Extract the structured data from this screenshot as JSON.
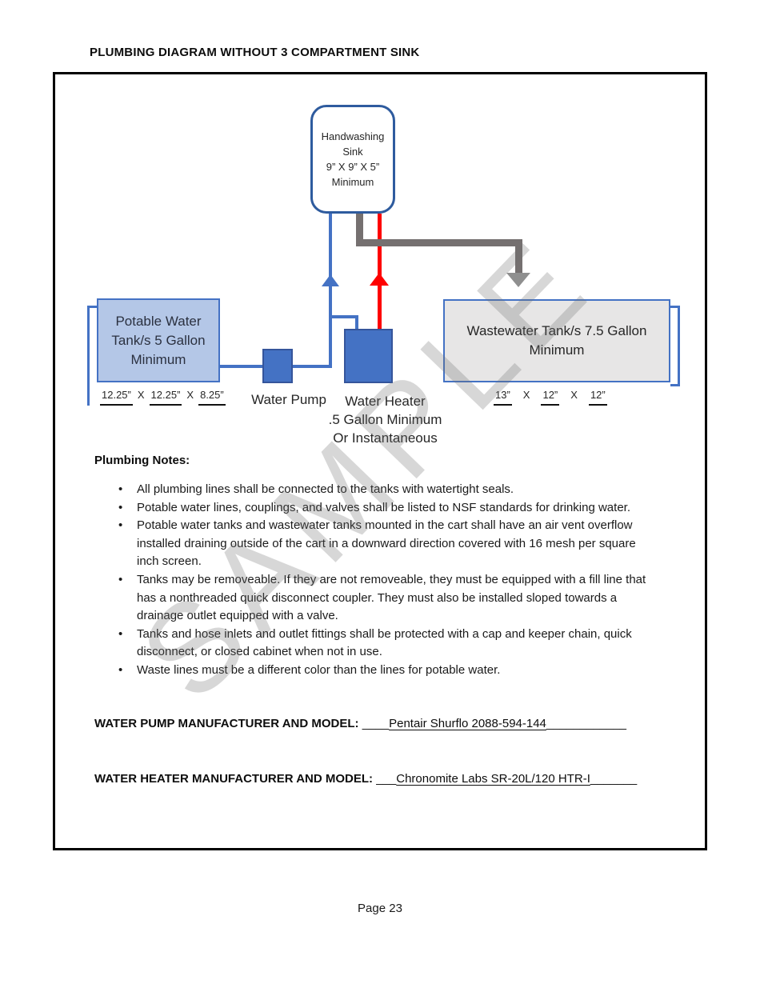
{
  "page": {
    "title": "PLUMBING DIAGRAM WITHOUT 3 COMPARTMENT SINK",
    "footer": "Page 23",
    "watermark": "SAMPLE"
  },
  "diagram": {
    "dims_separator": "X",
    "sink": {
      "lines": [
        "Handwashing",
        "Sink",
        "9” X 9” X 5”",
        "Minimum"
      ]
    },
    "potable_tank": {
      "lines": [
        "Potable Water",
        "Tank/s 5 Gallon",
        "Minimum"
      ],
      "dims": [
        "12.25”",
        "12.25”",
        "8.25”"
      ]
    },
    "wastewater_tank": {
      "lines": [
        "Wastewater Tank/s 7.5 Gallon",
        "Minimum"
      ],
      "dims": [
        "13”",
        "12”",
        "12”"
      ]
    },
    "pump": {
      "label": "Water Pump"
    },
    "heater": {
      "lines": [
        "Water Heater",
        ".5 Gallon Minimum",
        "Or Instantaneous"
      ]
    },
    "colors": {
      "potable_line": "#4472c4",
      "hot_line": "#fe0000",
      "waste_line": "#757070",
      "tank_fill_blue": "#b4c7e7",
      "tank_fill_gray": "#e7e6e6",
      "pump_heater_fill": "#4472c4"
    }
  },
  "notes": {
    "heading": "Plumbing Notes:",
    "items": [
      "All plumbing lines shall be connected to the tanks with watertight seals.",
      "Potable water lines, couplings, and valves shall be listed to NSF standards for drinking water.",
      "Potable water tanks and wastewater tanks mounted in the cart shall have an air vent overflow installed draining outside of the cart in a downward direction covered with 16 mesh per square inch screen.",
      "Tanks may be removeable.  If they are not removeable, they must be equipped with a fill line that has a nonthreaded quick disconnect coupler.  They must also be installed sloped towards a drainage outlet equipped with a valve.",
      "Tanks and hose inlets and outlet fittings shall be protected with a cap and keeper chain, quick disconnect, or closed cabinet when not in use.",
      "Waste lines must be a different color than the lines for potable water."
    ]
  },
  "equipment": {
    "pump": {
      "label": "WATER PUMP MANUFACTURER AND MODEL:",
      "pre": "____",
      "value": "Pentair Shurflo 2088-594-144",
      "post": "____________"
    },
    "heater": {
      "label": "WATER HEATER MANUFACTURER AND MODEL:",
      "pre": "___",
      "value": "Chronomite Labs SR-20L/120 HTR-I",
      "post": "_______"
    }
  }
}
